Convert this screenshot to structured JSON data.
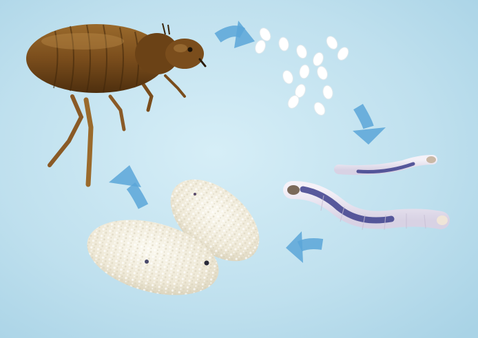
{
  "diagram": {
    "type": "life-cycle",
    "stages": [
      {
        "id": "adult",
        "icon": "adult-flea-illustration"
      },
      {
        "id": "eggs",
        "icon": "flea-eggs-illustration"
      },
      {
        "id": "larvae",
        "icon": "flea-larvae-illustration"
      },
      {
        "id": "pupae",
        "icon": "flea-cocoons-illustration"
      }
    ],
    "arrow_order": [
      "adult-to-eggs",
      "eggs-to-larvae",
      "larvae-to-pupae",
      "pupae-to-adult"
    ],
    "colors": {
      "background": "#bfe0ee",
      "arrow": "#5aa6d8",
      "adult_body": "#7a4d1c",
      "egg": "#ffffff",
      "larva_body": "#e9e4f0",
      "larva_gut": "#3d3f8c",
      "cocoon": "#f1ede0"
    }
  }
}
